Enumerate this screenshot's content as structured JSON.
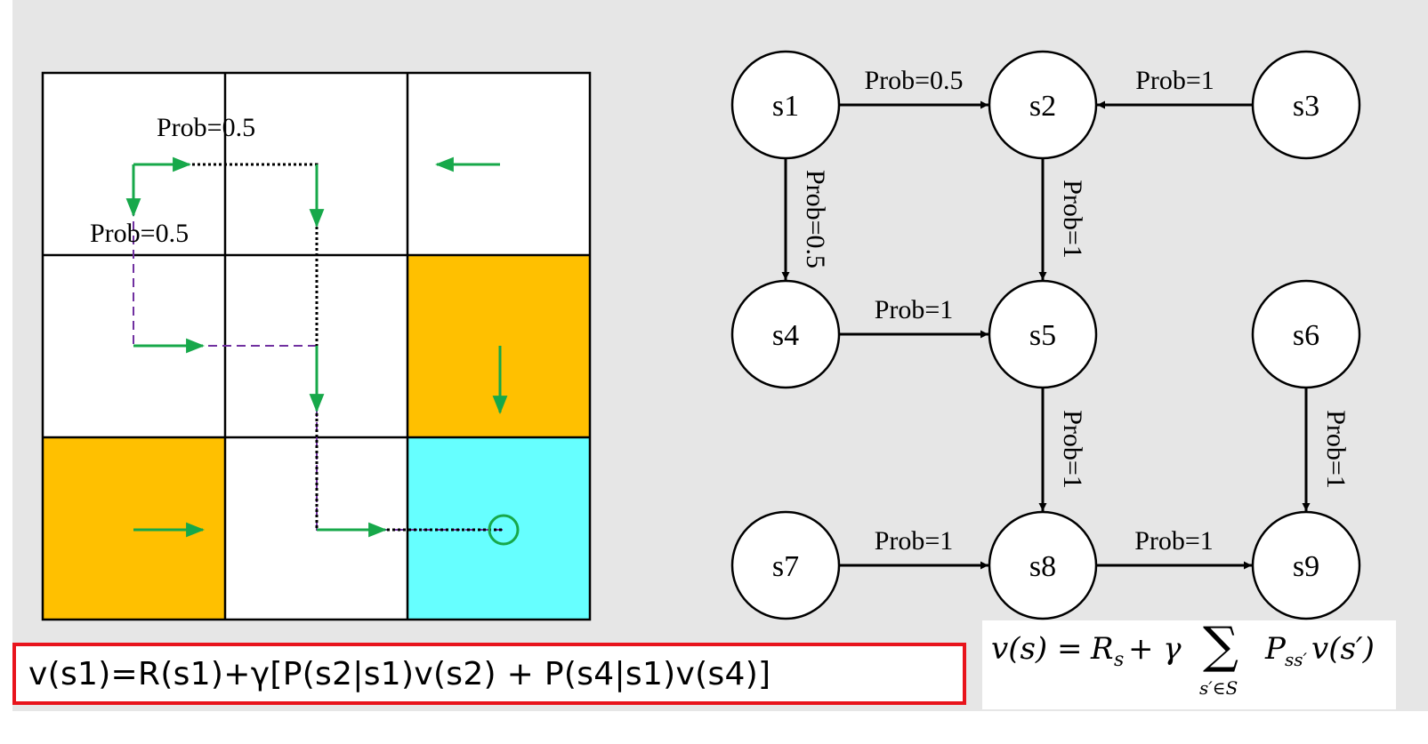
{
  "grid": {
    "labels": [
      {
        "name": "grid-prob-label-top",
        "text": "Prob=0.5"
      },
      {
        "name": "grid-prob-label-left",
        "text": "Prob=0.5"
      }
    ],
    "colors": {
      "forbidden": "#ffc000",
      "target": "#66ffff",
      "arrow": "#17a84a",
      "line": "#000000",
      "dashed": "#7030a0"
    }
  },
  "graph": {
    "nodes": [
      "s1",
      "s2",
      "s3",
      "s4",
      "s5",
      "s6",
      "s7",
      "s8",
      "s9"
    ],
    "edges": [
      {
        "from": "s1",
        "to": "s2",
        "label": "Prob=0.5"
      },
      {
        "from": "s3",
        "to": "s2",
        "label": "Prob=1"
      },
      {
        "from": "s1",
        "to": "s4",
        "label": "Prob=0.5"
      },
      {
        "from": "s2",
        "to": "s5",
        "label": "Prob=1"
      },
      {
        "from": "s4",
        "to": "s5",
        "label": "Prob=1"
      },
      {
        "from": "s5",
        "to": "s8",
        "label": "Prob=1"
      },
      {
        "from": "s6",
        "to": "s9",
        "label": "Prob=1"
      },
      {
        "from": "s7",
        "to": "s8",
        "label": "Prob=1"
      },
      {
        "from": "s8",
        "to": "s9",
        "label": "Prob=1"
      }
    ]
  },
  "equation": {
    "text": "v(s1)=R(s1)+γ[P(s2|s1)v(s2) + P(s4|s1)v(s4)]",
    "border_color": "#e8141c"
  },
  "bellman": {
    "lhs": "v(s) = ",
    "reward": "R",
    "reward_sub": "s",
    "plus_gamma": " + γ ",
    "sum": "∑",
    "sum_sub": "s′∈S",
    "transition": "P",
    "transition_sub": "ss′",
    "tail": " v(s′)"
  }
}
